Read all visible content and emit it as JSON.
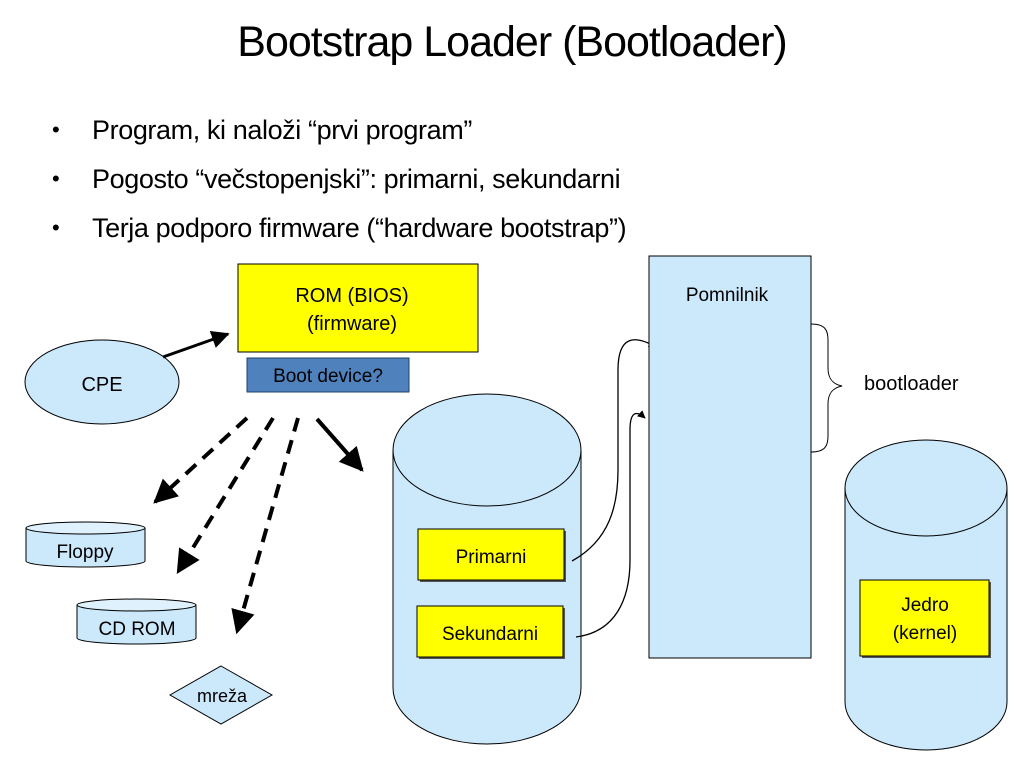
{
  "title": "Bootstrap Loader (Bootloader)",
  "bullets": [
    "Program, ki naloži “prvi program”",
    "Pogosto “večstopenjski”: primarni, sekundarni",
    "Terja podporo firmware (“hardware bootstrap”)"
  ],
  "diagram": {
    "cpu": "CPE",
    "rom_line1": "ROM (BIOS)",
    "rom_line2": "(firmware)",
    "boot_device": "Boot device?",
    "floppy": "Floppy",
    "cdrom": "CD ROM",
    "network": "mreža",
    "primary": "Primarni",
    "secondary": "Sekundarni",
    "memory": "Pomnilnik",
    "bootloader": "bootloader",
    "kernel_line1": "Jedro",
    "kernel_line2": "(kernel)"
  },
  "colors": {
    "light_blue": "#cce8fb",
    "yellow": "#ffff00",
    "boot_device_blue": "#4f81bd"
  }
}
